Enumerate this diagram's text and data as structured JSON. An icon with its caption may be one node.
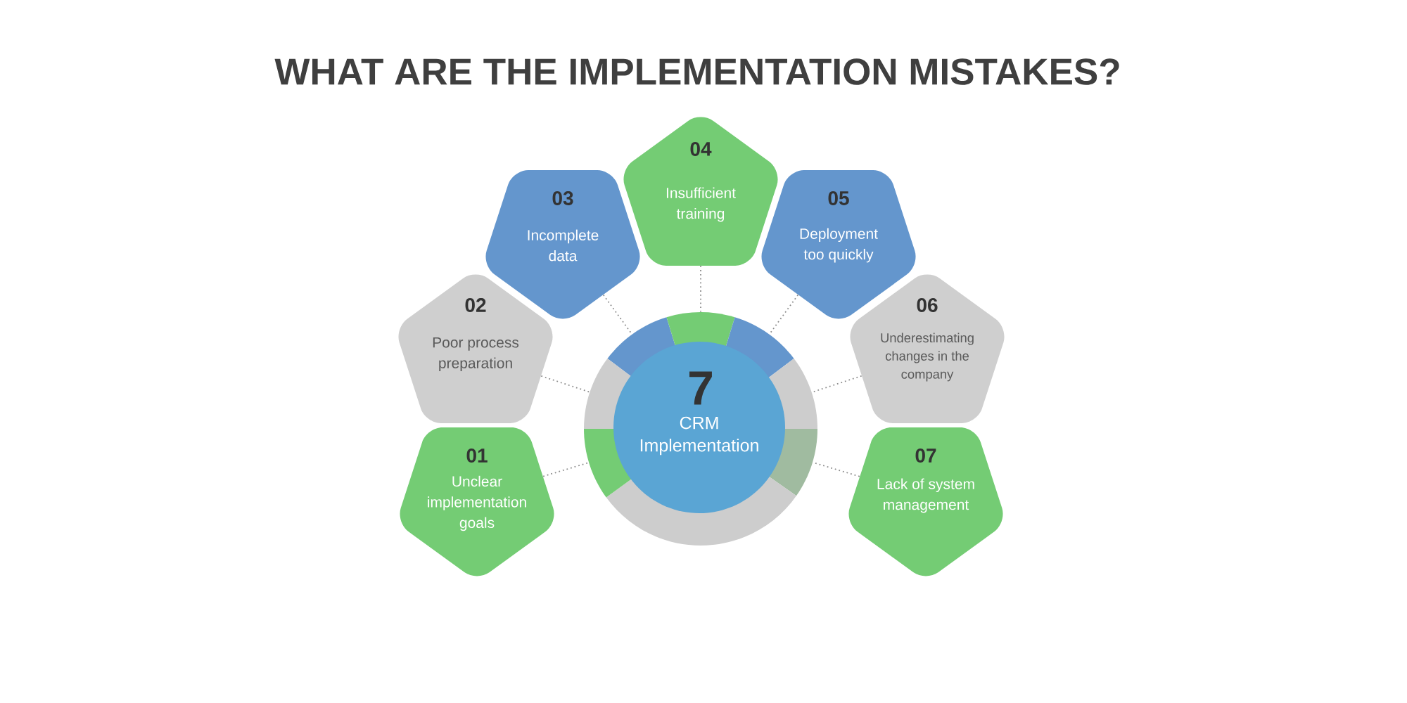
{
  "diagram": {
    "title": "WHAT ARE THE IMPLEMENTATION MISTAKES?",
    "nodes": [
      {
        "text": [
          "01",
          "Unclear implementation goals"
        ]
      },
      {
        "text": [
          "02",
          "Poor process preparation"
        ]
      },
      {
        "text": [
          "03",
          "Incomplete data"
        ]
      },
      {
        "text": [
          "04",
          "Insufficient training"
        ]
      },
      {
        "text": [
          "05",
          "Deployment too quickly"
        ]
      },
      {
        "text": [
          "06",
          "Underestimating changes in the company"
        ]
      },
      {
        "text": [
          "07",
          "Lack of system management"
        ]
      },
      {
        "text": [
          "7",
          "CRM Implementation"
        ]
      }
    ],
    "edges": [
      {
        "from": 0,
        "to": 7,
        "arrow": "none"
      },
      {
        "from": 1,
        "to": 7,
        "arrow": "none"
      },
      {
        "from": 2,
        "to": 7,
        "arrow": "none"
      },
      {
        "from": 3,
        "to": 7,
        "arrow": "none"
      },
      {
        "from": 4,
        "to": 7,
        "arrow": "none"
      },
      {
        "from": 5,
        "to": 7,
        "arrow": "none"
      },
      {
        "from": 6,
        "to": 7,
        "arrow": "none"
      }
    ]
  }
}
